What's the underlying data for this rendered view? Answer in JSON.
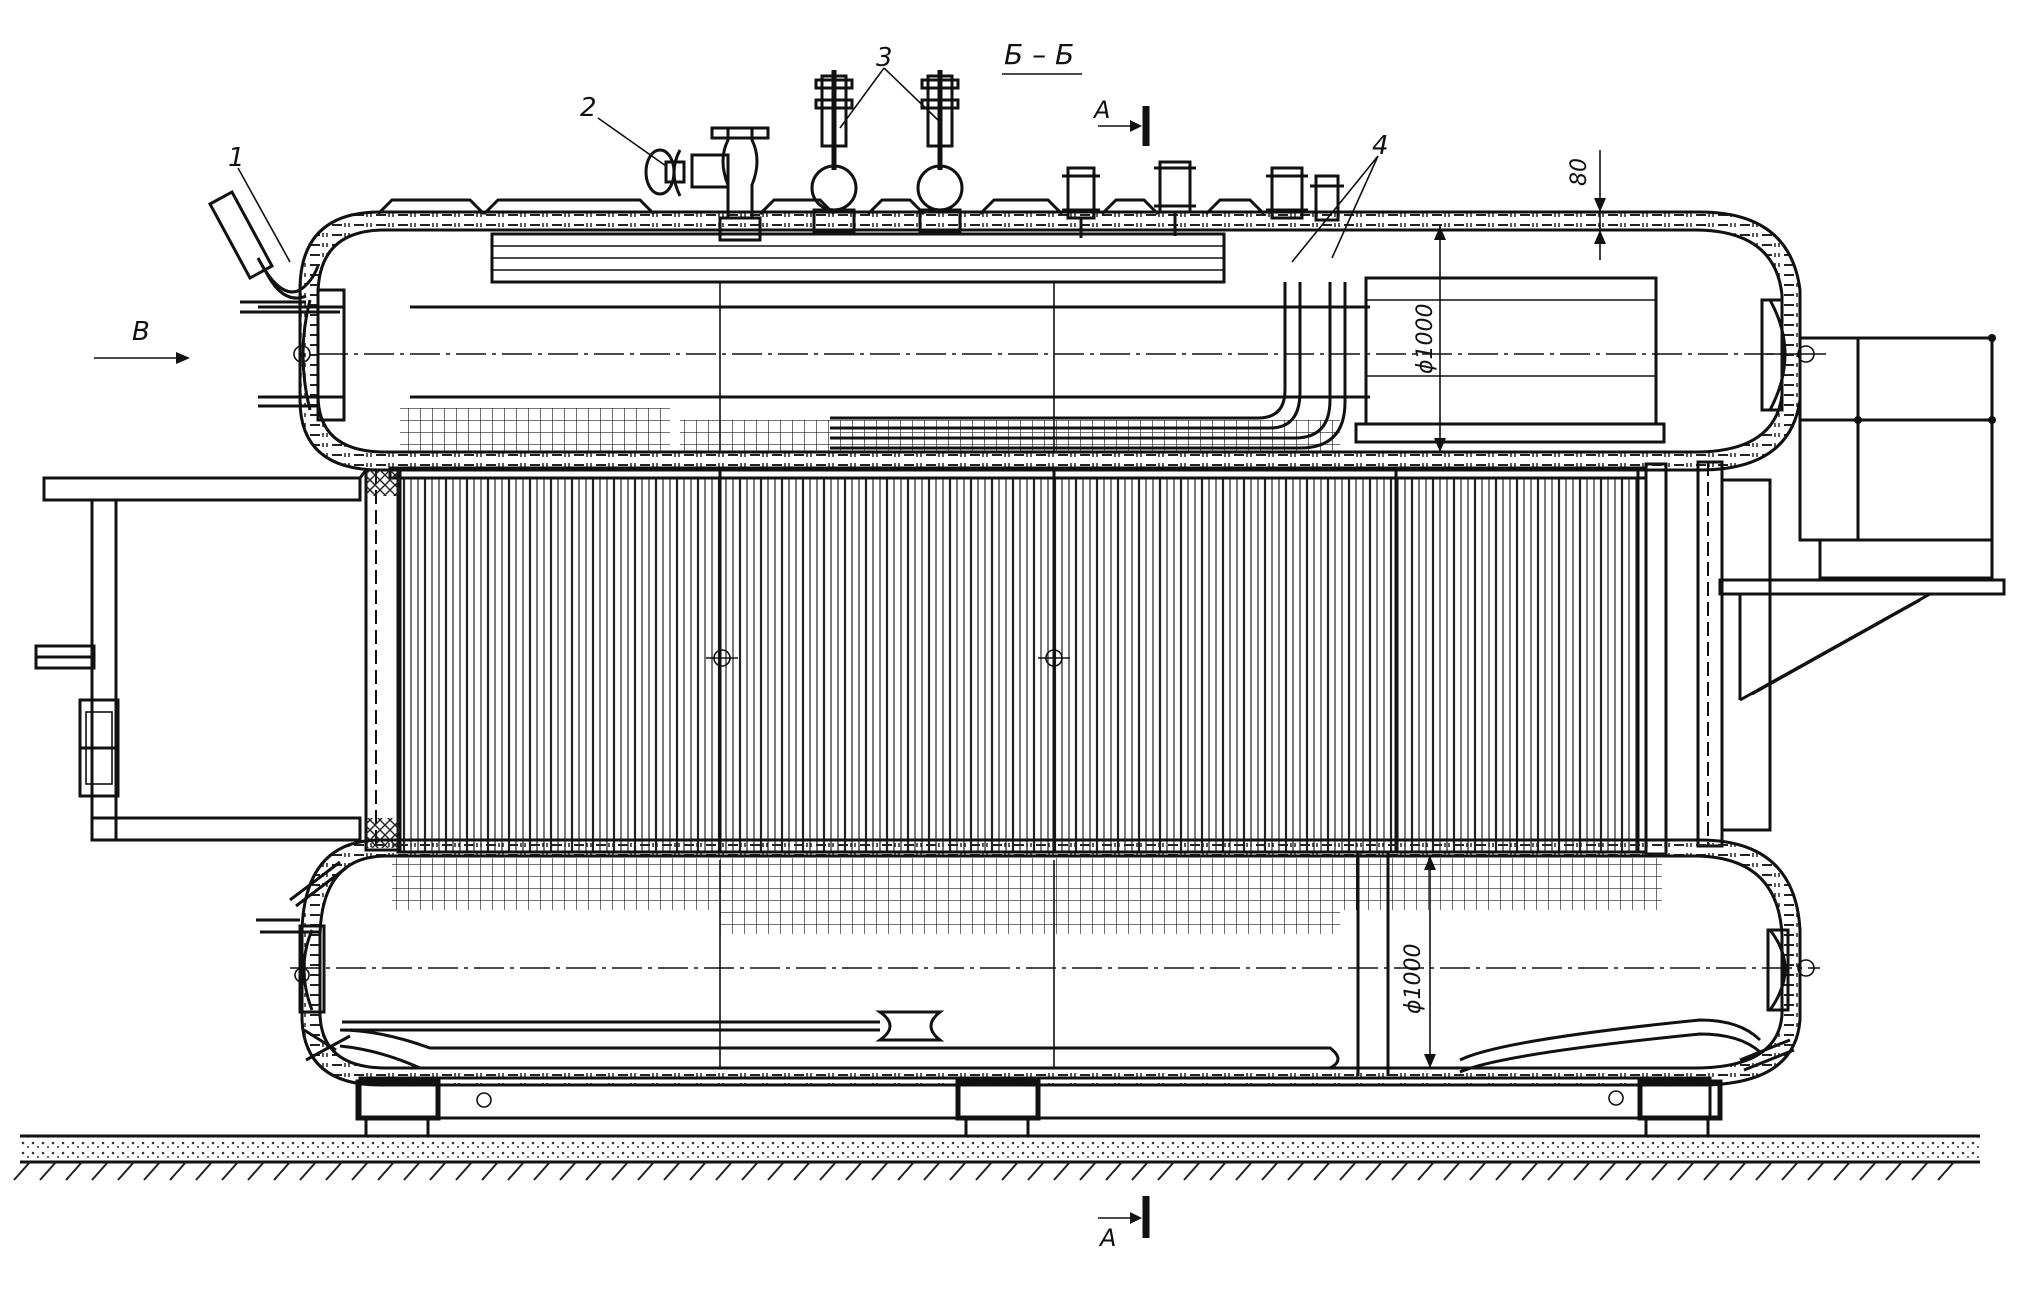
{
  "drawing": {
    "section_label": "Б – Б",
    "flow_label": "В",
    "section_marker_top": "А",
    "section_marker_bottom": "А",
    "callouts": [
      "1",
      "2",
      "3",
      "4"
    ],
    "dimension_top_shell": "80",
    "diameter_upper_drum": "ϕ1000",
    "diameter_lower_drum": "ϕ1000"
  }
}
